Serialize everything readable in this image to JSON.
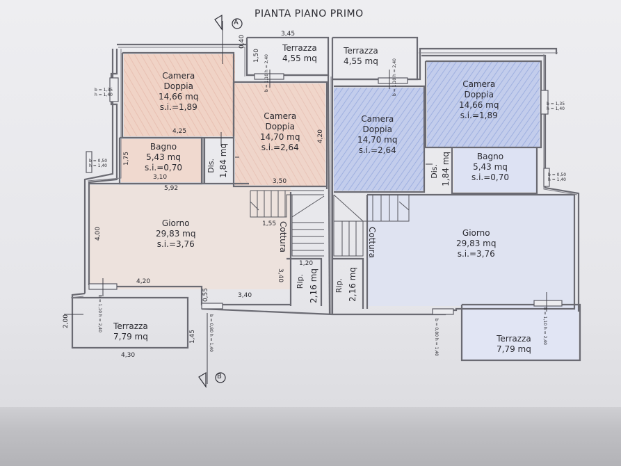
{
  "title": "PIANTA PIANO PRIMO",
  "sections": {
    "a": "A",
    "b": "B"
  },
  "rooms": {
    "camera_left": {
      "name1": "Camera",
      "name2": "Doppia",
      "area": "14,66 mq",
      "si": "s.i.=1,89"
    },
    "camera_center_left": {
      "name1": "Camera",
      "name2": "Doppia",
      "area": "14,70 mq",
      "si": "s.i.=2,64"
    },
    "camera_center_right": {
      "name1": "Camera",
      "name2": "Doppia",
      "area": "14,70 mq",
      "si": "s.i.=2,64"
    },
    "camera_right": {
      "name1": "Camera",
      "name2": "Doppia",
      "area": "14,66 mq",
      "si": "s.i.=1,89"
    },
    "bagno_left": {
      "name": "Bagno",
      "area": "5,43 mq",
      "si": "s.i.=0,70"
    },
    "bagno_right": {
      "name": "Bagno",
      "area": "5,43 mq",
      "si": "s.i.=0,70"
    },
    "giorno_left": {
      "name": "Giorno",
      "area": "29,83 mq",
      "si": "s.i.=3,76"
    },
    "giorno_right": {
      "name": "Giorno",
      "area": "29,83 mq",
      "si": "s.i.=3,76"
    },
    "terrazza_top_left": {
      "name": "Terrazza",
      "area": "4,55 mq"
    },
    "terrazza_top_right": {
      "name": "Terrazza",
      "area": "4,55 mq"
    },
    "terrazza_bottom_left": {
      "name": "Terrazza",
      "area": "7,79 mq"
    },
    "terrazza_bottom_right": {
      "name": "Terrazza",
      "area": "7,79 mq"
    },
    "dis_left": "Dis.",
    "dis_right": "Dis.",
    "dis_area_left": "1,84 mq",
    "dis_area_right": "1,84 mq",
    "cottura_left": "Cottura",
    "cottura_right": "Cottura",
    "rip_left": "Rip.",
    "rip_right": "Rip.",
    "rip_area_left": "2,16 mq",
    "rip_area_right": "2,16 mq"
  },
  "dimensions": {
    "d_345": "3,45",
    "d_040": "0,40",
    "d_150": "1,50",
    "d_425": "4,25",
    "d_420v": "4,20",
    "d_175": "1,75",
    "d_310": "3,10",
    "d_592": "5,92",
    "d_350": "3,50",
    "d_155": "1,55",
    "d_400": "4,00",
    "d_120": "1,20",
    "d_340v": "3,40",
    "d_420h": "4,20",
    "d_055": "0,55",
    "d_340h": "3,40",
    "d_200": "2,00",
    "d_145": "1,45",
    "d_430": "4,30"
  },
  "windows": {
    "w_135_140_left": [
      "b = 1,35",
      "h = 1,40"
    ],
    "w_050_140_left": [
      "b = 0,50",
      "h = 1,40"
    ],
    "w_135_140_right": [
      "b = 1,35",
      "h = 1,40"
    ],
    "w_050_140_right": [
      "b = 0,50",
      "h = 1,40"
    ],
    "w_110_240_top_left": [
      "b = 1,10",
      "h = 2,40"
    ],
    "w_110_240_top_right": [
      "b = 1,10",
      "h = 2,40"
    ],
    "w_110_240_bottom_left": [
      "b = 1,10",
      "h = 2,40"
    ],
    "w_110_240_bottom_right": [
      "b = 1,10",
      "h = 2,40"
    ],
    "w_080_140_left": [
      "b = 0,80",
      "h = 1,40"
    ],
    "w_080_140_right": [
      "b = 0,80",
      "h = 1,40"
    ]
  },
  "colors": {
    "left_unit": "#eecdbf",
    "right_unit": "#b9c4e6",
    "wall": "#6a6a72",
    "paper": "#ececef"
  }
}
